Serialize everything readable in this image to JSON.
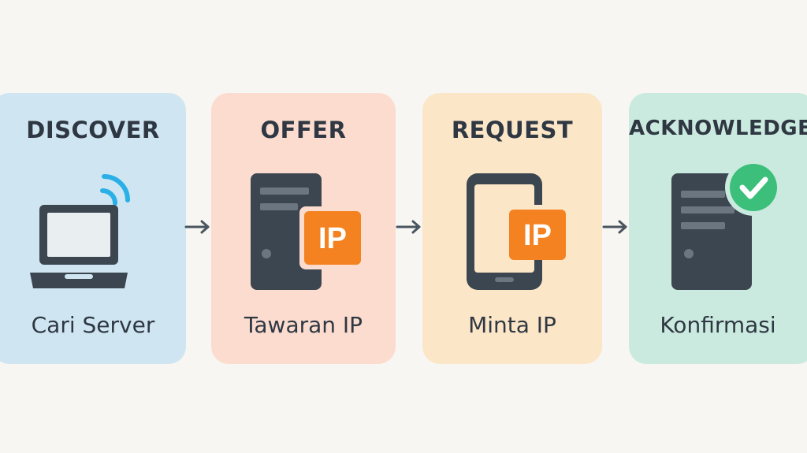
{
  "steps": [
    {
      "title": "DISCOVER",
      "caption": "Cari Server",
      "icon": "laptop-wifi-icon",
      "color": "#cfe6f2"
    },
    {
      "title": "OFFER",
      "caption": "Tawaran IP",
      "icon": "server-ip-icon",
      "color": "#fbdccf",
      "badge": "IP"
    },
    {
      "title": "REQUEST",
      "caption": "Minta IP",
      "icon": "phone-ip-icon",
      "color": "#fce6c8",
      "badge": "IP"
    },
    {
      "title": "ACKNOWLEDGE",
      "caption": "Konfirmasi",
      "icon": "server-check-icon",
      "color": "#cbeadf"
    }
  ],
  "colors": {
    "dark": "#3b4650",
    "accent": "#f58220",
    "wifi": "#2ab0e6",
    "check": "#3bbf7a"
  }
}
